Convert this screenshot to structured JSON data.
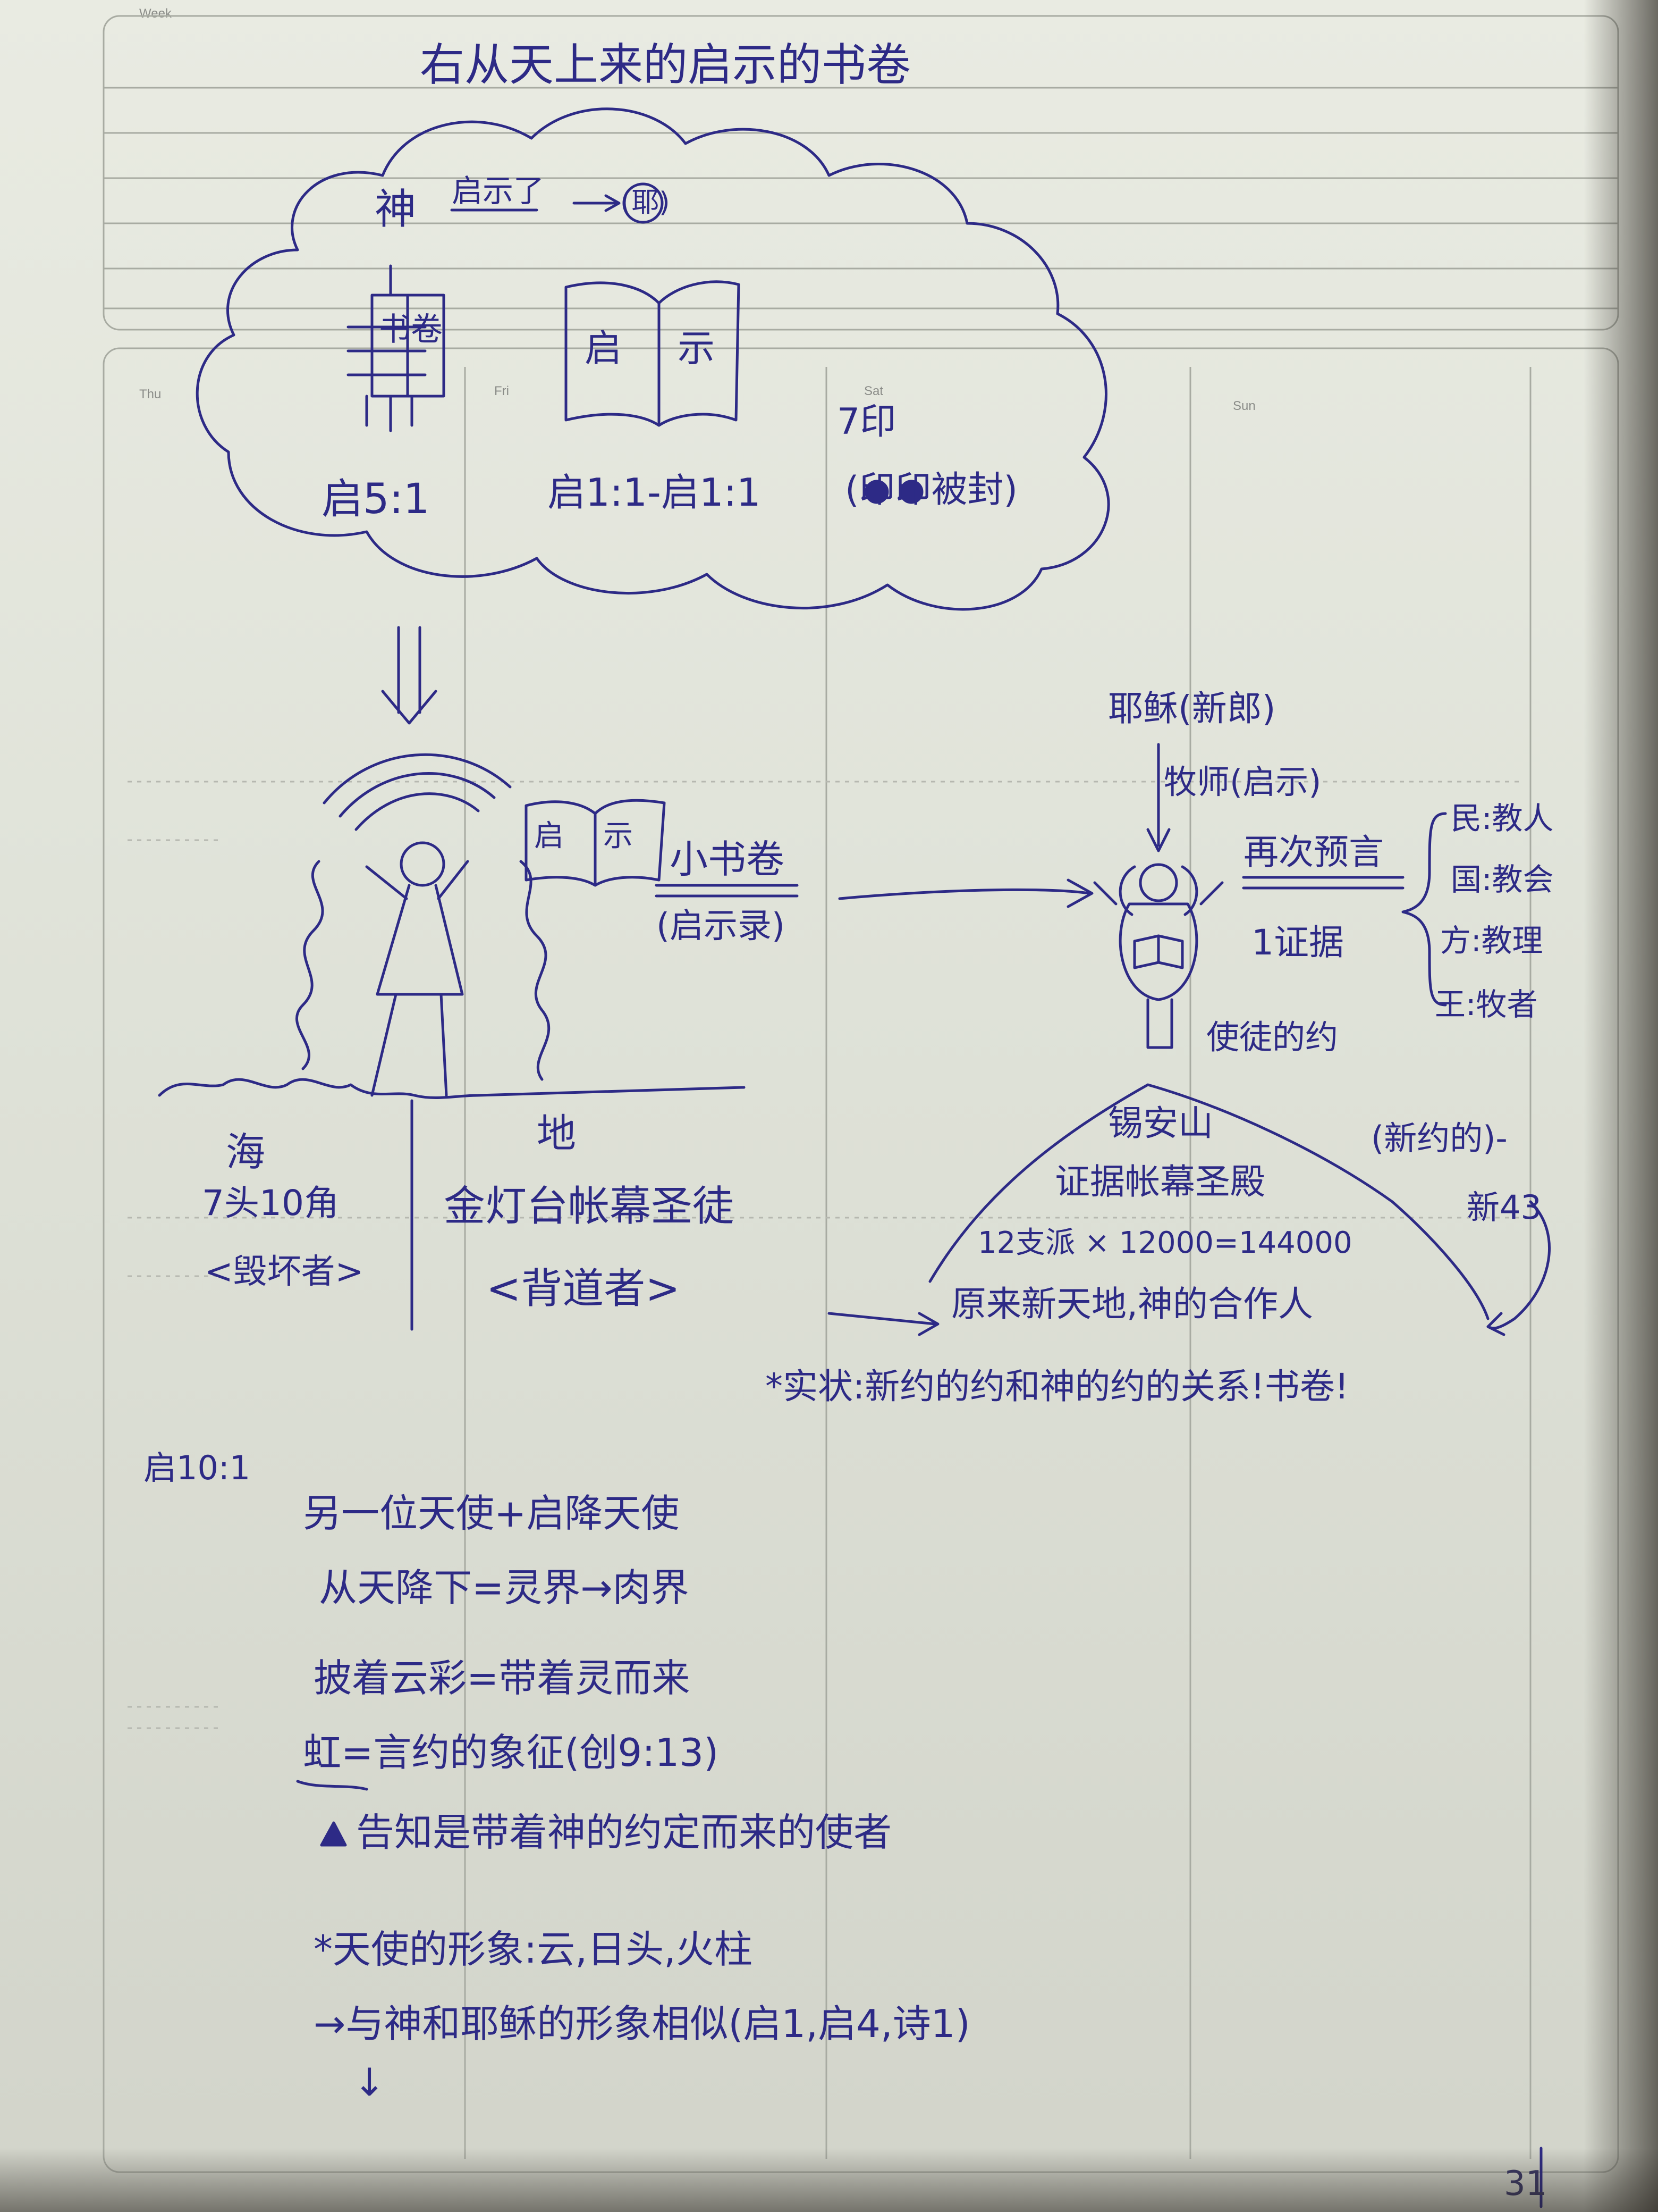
{
  "printed_labels": {
    "week": "Week",
    "thu": "Thu",
    "fri": "Fri",
    "sat": "Sat",
    "sun": "Sun"
  },
  "page_number": "31",
  "title": "右从天上来的启示的书卷",
  "heaven": {
    "god": "神",
    "revelation_to": "启示了",
    "recipient": "(耶)",
    "sealed_book": "书卷",
    "chapter_ref": "启5:1",
    "open_book_words": [
      "启",
      "示"
    ],
    "range_ref": "启1:1-启1:1",
    "seal_note": "7印",
    "seal_detail": "(印印被封)"
  },
  "small_book": {
    "book_words": [
      "启",
      "示"
    ],
    "label": "小书卷",
    "sublabel": "(启示录)"
  },
  "earth_scene": {
    "sea": "海",
    "sea_desc": "7头10角",
    "sea_who": "<毁坏者>",
    "land": "地",
    "land_desc": "金灯台帐幕圣徒",
    "land_who": "<背道者>"
  },
  "mountain_scene": {
    "jesus": "耶稣(新郎)",
    "pastor": "牧师(启示)",
    "re_prophesy": "再次预言",
    "witness": "1证据",
    "religions": [
      "民:教人",
      "国:教会",
      "方:教理",
      "王:牧者"
    ],
    "messenger_label": "使徒的约",
    "mountain": "锡安山",
    "mountain_detail": "证据帐幕圣殿",
    "count": "12支派 × 12000=144000",
    "new_covenant": "(新约的)-",
    "new_ref": "新43",
    "original_new": "原来新天地,神的合作人",
    "summary": "*实状:新约的约和神的约的关系!书卷!"
  },
  "notes": {
    "ref": "启10:1",
    "lines": [
      "另一位天使+启降天使",
      "从天降下=灵界→肉界",
      "披着云彩=带着灵而来",
      "虹=言约的象征(创9:13)",
      "告知是带着神的约定而来的使者",
      "*天使的形象:云,日头,火柱",
      "→与神和耶稣的形象相似(启1,启4,诗1)"
    ],
    "continue_arrow": "↓"
  }
}
